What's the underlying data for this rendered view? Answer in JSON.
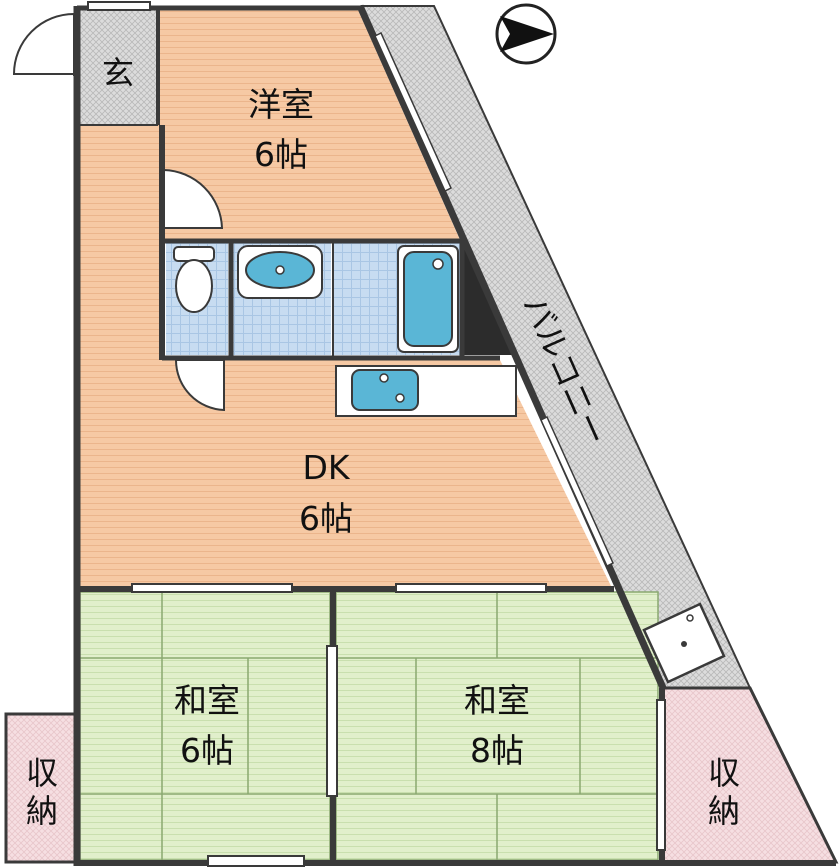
{
  "compass": {
    "icon": "north-arrow-icon"
  },
  "colors": {
    "wood_floor": "#f6c9a4",
    "tatami": "#dfeec7",
    "tile_wet": "#c6dcf1",
    "entrance_tile": "#d4d4d4",
    "balcony": "#d8d8d8",
    "storage_pink": "#f6dfe2",
    "fixture_blue": "#5ab6d6",
    "wall": "#3a3a3a"
  },
  "rooms": {
    "genkan": {
      "name": "玄"
    },
    "western": {
      "name": "洋室",
      "size": "6帖"
    },
    "dk": {
      "name": "DK",
      "size": "6帖"
    },
    "washitsu_left": {
      "name": "和室",
      "size": "6帖"
    },
    "washitsu_right": {
      "name": "和室",
      "size": "8帖"
    },
    "storage_left": {
      "line1": "収",
      "line2": "納"
    },
    "storage_right": {
      "line1": "収",
      "line2": "納"
    },
    "balcony": {
      "name": "バルコニー"
    }
  },
  "fixtures": [
    "toilet-icon",
    "washbasin-icon",
    "bathtub-icon",
    "kitchen-sink-icon",
    "aircon-unit-icon"
  ]
}
